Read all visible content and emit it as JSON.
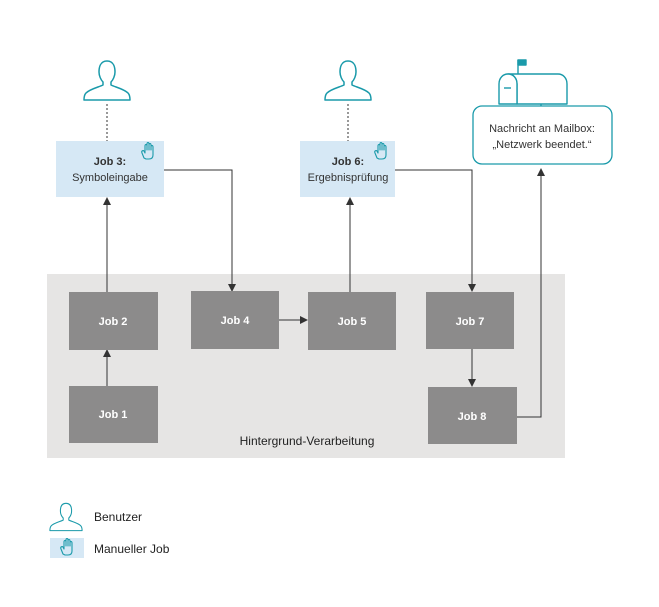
{
  "background_area": {
    "label": "Hintergrund-Verarbeitung",
    "fill": "#e6e5e4"
  },
  "colors": {
    "job_fill": "#8c8b8b",
    "manual_fill": "#d6e8f5",
    "icon_stroke": "#1a9aaa",
    "arrow": "#333333"
  },
  "jobs": [
    {
      "id": "job1",
      "label": "Job 1"
    },
    {
      "id": "job2",
      "label": "Job 2"
    },
    {
      "id": "job4",
      "label": "Job 4"
    },
    {
      "id": "job5",
      "label": "Job 5"
    },
    {
      "id": "job7",
      "label": "Job 7"
    },
    {
      "id": "job8",
      "label": "Job 8"
    }
  ],
  "manual_jobs": [
    {
      "id": "job3",
      "title": "Job 3:",
      "subtitle": "Symboleingabe",
      "icon": "hand-icon"
    },
    {
      "id": "job6",
      "title": "Job 6:",
      "subtitle": "Ergebnisprüfung",
      "icon": "hand-icon"
    }
  ],
  "mailbox": {
    "icon": "mailbox-icon",
    "line1": "Nachricht an Mailbox:",
    "line2": "„Netzwerk beendet.“"
  },
  "users": [
    {
      "icon": "user-icon"
    },
    {
      "icon": "user-icon"
    }
  ],
  "legend": [
    {
      "icon": "user-icon",
      "label": "Benutzer"
    },
    {
      "icon": "hand-icon",
      "label": "Manueller Job"
    }
  ]
}
